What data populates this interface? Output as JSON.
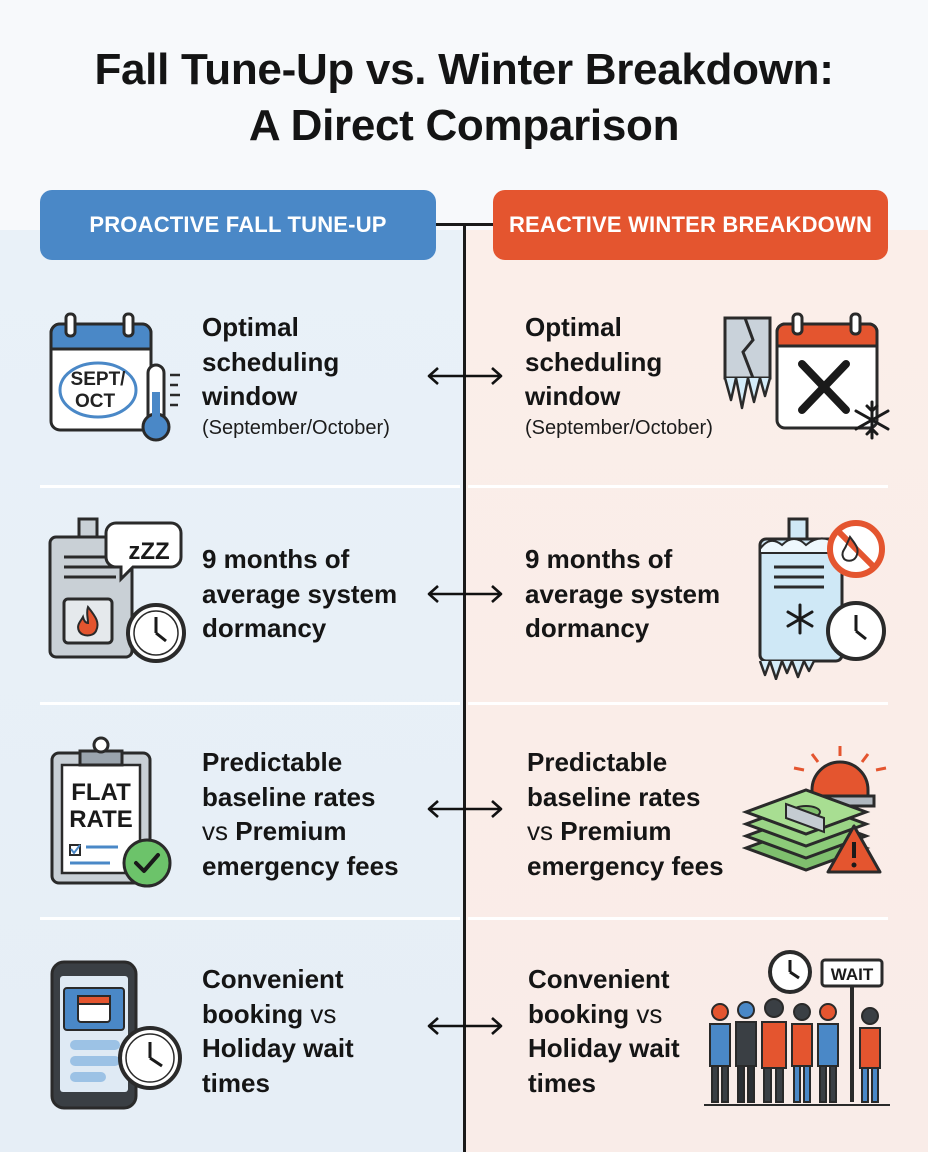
{
  "title": {
    "line1": "Fall Tune-Up vs. Winter Breakdown:",
    "line2": "A Direct Comparison"
  },
  "headers": {
    "left": "PROACTIVE FALL TUNE-UP",
    "right": "REACTIVE WINTER BREAKDOWN"
  },
  "rows": [
    {
      "left": {
        "lines": [
          "Optimal",
          "scheduling",
          "window"
        ],
        "sub": "(September/October)",
        "icon_label_1": "SEPT/",
        "icon_label_2": "OCT"
      },
      "right": {
        "lines": [
          "Optimal",
          "scheduling",
          "window"
        ],
        "sub": "(September/October)"
      },
      "left_icon": "calendar-thermometer-icon",
      "right_icon": "frozen-cancelled-calendar-icon"
    },
    {
      "left": {
        "lines": [
          "9 months of",
          "average system",
          "dormancy"
        ],
        "icon_label": "zZZ"
      },
      "right": {
        "lines": [
          "9 months of",
          "average system",
          "dormancy"
        ]
      },
      "left_icon": "sleeping-furnace-icon",
      "right_icon": "frozen-furnace-icon"
    },
    {
      "left": {
        "l1": "Predictable",
        "l2": "baseline rates",
        "l3a": "vs",
        "l3b": " Premium",
        "l4": "emergency fees",
        "icon_label_1": "FLAT",
        "icon_label_2": "RATE"
      },
      "right": {
        "l1": "Predictable",
        "l2": "baseline rates",
        "l3a": "vs",
        "l3b": " Premium",
        "l4": "emergency fees"
      },
      "left_icon": "flat-rate-clipboard-icon",
      "right_icon": "emergency-money-alarm-icon"
    },
    {
      "left": {
        "l1": "Convenient",
        "l2a": "booking",
        "l2b": " vs",
        "l3": "Holiday wait",
        "l4": "times"
      },
      "right": {
        "l1": "Convenient",
        "l2a": "booking",
        "l2b": " vs",
        "l3": "Holiday wait",
        "l4": "times",
        "icon_label": "WAIT"
      },
      "left_icon": "phone-booking-icon",
      "right_icon": "waiting-queue-icon"
    }
  ],
  "colors": {
    "proactive": "#4a88c7",
    "reactive": "#e4552f",
    "left_bg": "#e9f1f8",
    "right_bg": "#fbeee9"
  }
}
